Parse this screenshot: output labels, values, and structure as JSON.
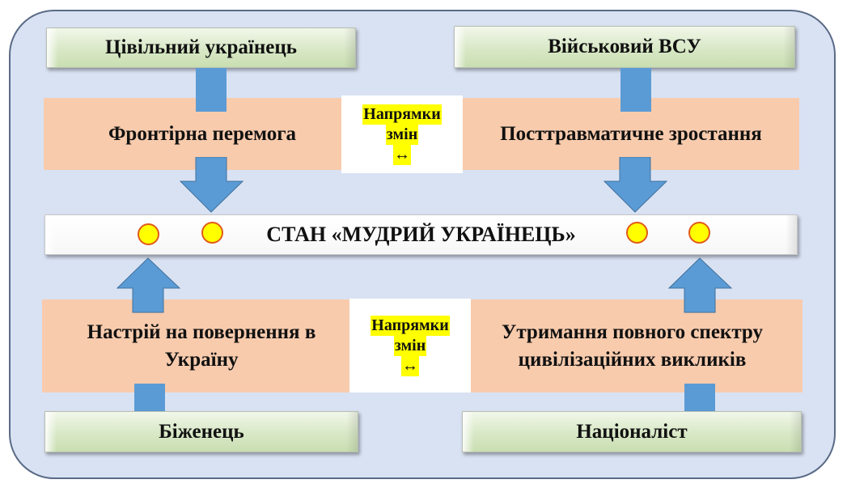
{
  "boxes": {
    "civilian": "Цівільний українець",
    "military": "Військовий ВСУ",
    "refugee": "Біженець",
    "nationalist": "Націоналіст"
  },
  "bands": {
    "top_left": "Фронтірна перемога",
    "top_right": "Посттравматичне зростання",
    "bottom_left": "Настрій на повернення в Україну",
    "bottom_right": "Утримання повного спектру цивілізаційних викликів"
  },
  "center_state": "СТАН «МУДРИЙ УКРАЇНЕЦЬ»",
  "direction_label": {
    "line1": "Напрямки",
    "line2": "змін",
    "arrow": "↔"
  },
  "colors": {
    "frame_fill": "#d9e2f3",
    "band_fill": "#f8cbad",
    "arrow_fill": "#5b9bd5",
    "highlight": "#ffff00",
    "dot_fill": "#ffff00",
    "dot_border": "#e05a1a"
  }
}
